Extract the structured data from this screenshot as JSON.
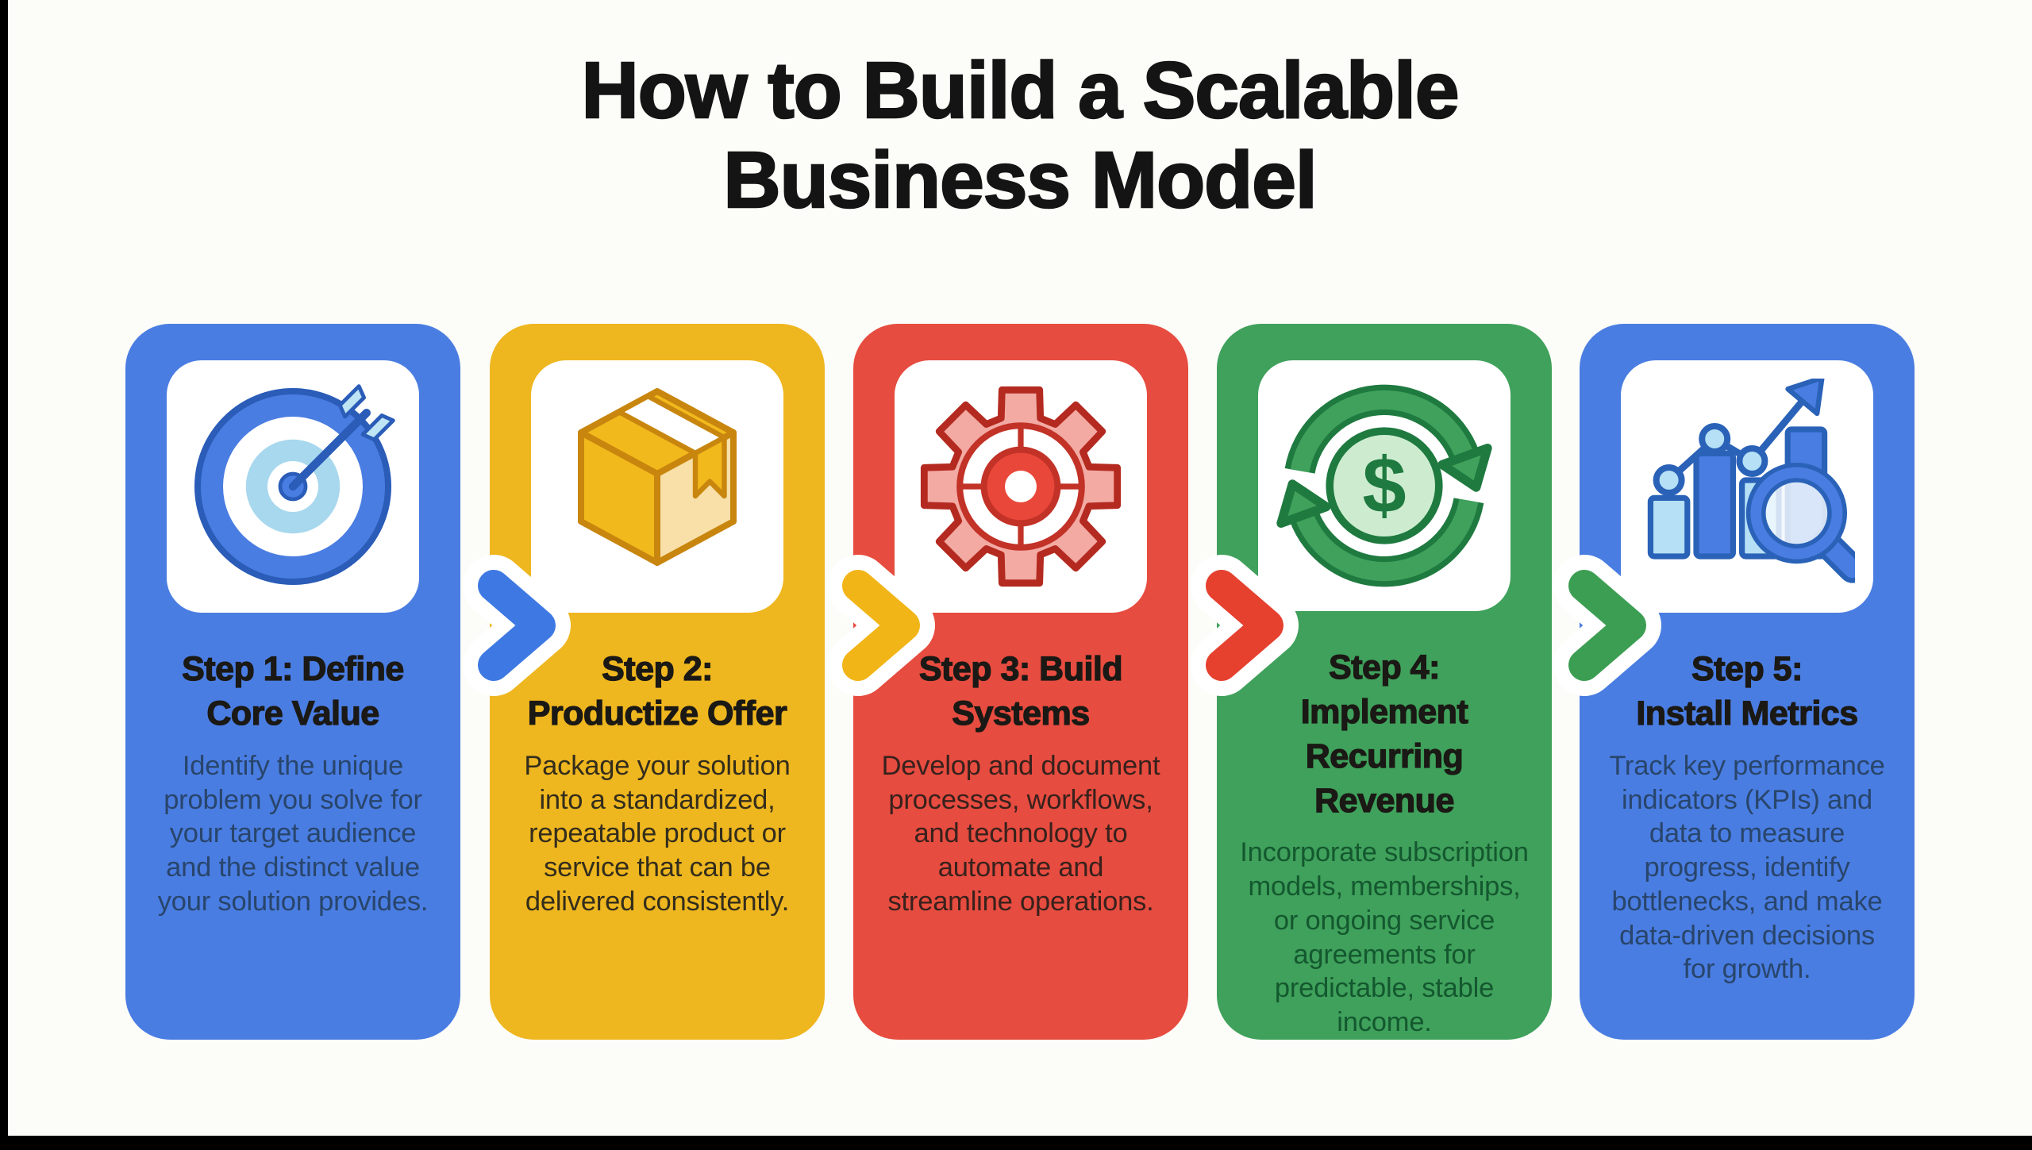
{
  "page": {
    "title": "How to Build a Scalable\nBusiness Model",
    "background_color": "#fcfcf8",
    "frame_color": "#000000",
    "title_color": "#141414"
  },
  "steps": [
    {
      "heading": "Step 1: Define\nCore Value",
      "body": "Identify the unique\nproblem you solve for\nyour target audience\nand the distinct value\nyour solution provides.",
      "icon": "target-icon",
      "card_color": "#4a7de2",
      "body_text_color": "#28456b"
    },
    {
      "heading": "Step 2:\nProductize Offer",
      "body": "Package your solution\ninto a standardized,\nrepeatable product or\nservice that can be\ndelivered consistently.",
      "icon": "package-box-icon",
      "card_color": "#eeb61f",
      "body_text_color": "#332d1c"
    },
    {
      "heading": "Step 3: Build\nSystems",
      "body": "Develop and document\nprocesses, workflows,\nand technology to\nautomate and\nstreamline operations.",
      "icon": "gear-icon",
      "card_color": "#e64c3f",
      "body_text_color": "#38211d"
    },
    {
      "heading": "Step 4:\nImplement\nRecurring\nRevenue",
      "body": "Incorporate subscription\nmodels, memberships,\nor ongoing service\nagreements for\npredictable, stable\nincome.",
      "icon": "recurring-revenue-icon",
      "card_color": "#3fa15b",
      "body_text_color": "#14582f"
    },
    {
      "heading": "Step 5:\nInstall Metrics",
      "body": "Track key performance\nindicators (KPIs) and\ndata to measure\nprogress, identify\nbottlenecks, and make\ndata-driven decisions\nfor growth.",
      "icon": "metrics-icon",
      "card_color": "#4a7de2",
      "body_text_color": "#28456b"
    }
  ],
  "connectors": [
    {
      "icon": "chevron-right-icon",
      "color": "#3e79e3"
    },
    {
      "icon": "chevron-right-icon",
      "color": "#f2b517"
    },
    {
      "icon": "chevron-right-icon",
      "color": "#e6402f"
    },
    {
      "icon": "chevron-right-icon",
      "color": "#3c9e52"
    }
  ]
}
